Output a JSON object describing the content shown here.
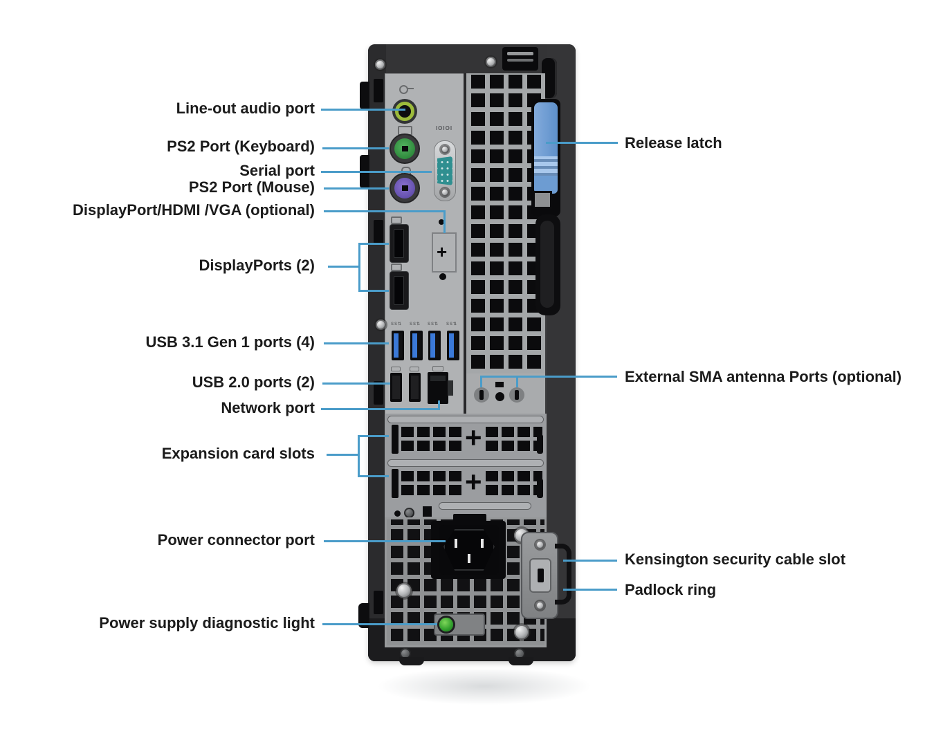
{
  "meta": {
    "type": "hardware-diagram",
    "description": "Rear view of a small form factor desktop computer with callout labels for each port"
  },
  "palette": {
    "background": "#ffffff",
    "callout_line": "#4a9cc9",
    "label_text": "#1b1b1b",
    "case_dark": "#3a3a3c",
    "panel_gray": "#b0b2b4",
    "vent_hole": "#0b0b0d",
    "release_latch_blue": "#6f9dd6",
    "audio_green": "#9cbb3b",
    "ps2_keyboard_green": "#3fa04c",
    "ps2_mouse_purple": "#7b61c4",
    "serial_teal": "#2f8f90",
    "usb3_blue": "#3b79d8",
    "diagnostic_led_green": "#3faa35"
  },
  "callouts": {
    "left": [
      {
        "text": "Line-out audio port"
      },
      {
        "text": "PS2 Port (Keyboard)"
      },
      {
        "text": "Serial port"
      },
      {
        "text": "PS2 Port (Mouse)"
      },
      {
        "text": "DisplayPort/HDMI /VGA (optional)"
      },
      {
        "text": "DisplayPorts (2)"
      },
      {
        "text": "USB 3.1 Gen 1 ports (4)"
      },
      {
        "text": "USB 2.0 ports (2)"
      },
      {
        "text": "Network port"
      },
      {
        "text": "Expansion card slots"
      },
      {
        "text": "Power connector port"
      },
      {
        "text": "Power supply diagnostic light"
      }
    ],
    "right": [
      {
        "text": "Release latch"
      },
      {
        "text": "External SMA antenna Ports (optional)"
      },
      {
        "text": "Kensington security cable slot"
      },
      {
        "text": "Padlock ring"
      }
    ]
  },
  "device": {
    "serial_port_marking": "IOIOI",
    "expansion_plus_marking": "+"
  }
}
